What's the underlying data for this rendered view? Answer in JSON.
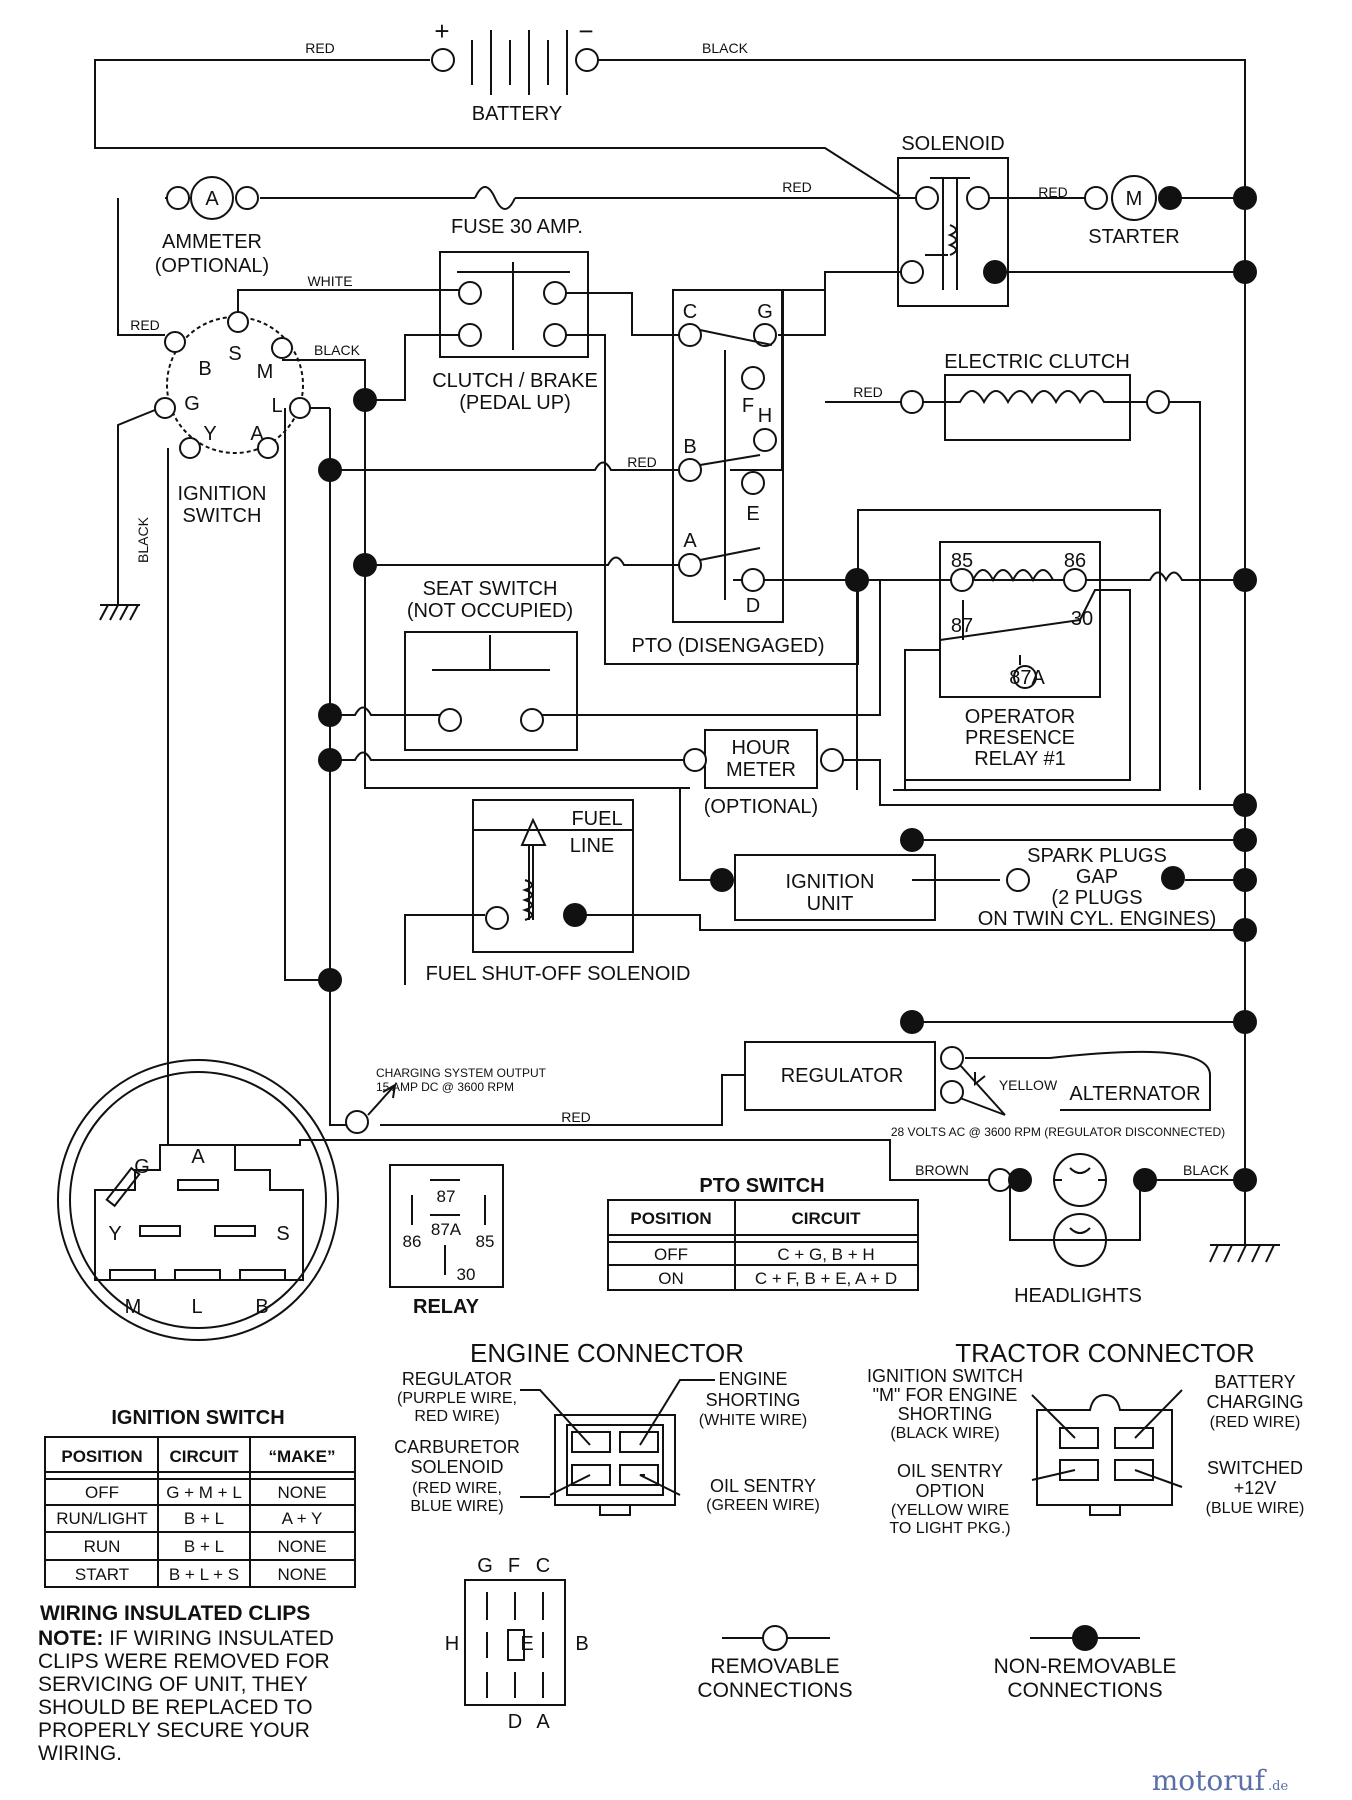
{
  "labels": {
    "battery": "BATTERY",
    "battery_plus": "+",
    "battery_minus": "−",
    "wire_red": "RED",
    "wire_black": "BLACK",
    "wire_white": "WHITE",
    "wire_yellow": "YELLOW",
    "wire_brown": "BROWN",
    "solenoid": "SOLENOID",
    "starter": "STARTER",
    "starter_m": "M",
    "ammeter_a": "A",
    "ammeter_l1": "AMMETER",
    "ammeter_l2": "(OPTIONAL)",
    "fuse": "FUSE 30 AMP.",
    "clutch_brake_l1": "CLUTCH / BRAKE",
    "clutch_brake_l2": "(PEDAL UP)",
    "electric_clutch": "ELECTRIC CLUTCH",
    "ignition_switch_l1": "IGNITION",
    "ignition_switch_l2": "SWITCH",
    "seat_switch_l1": "SEAT SWITCH",
    "seat_switch_l2": "(NOT OCCUPIED)",
    "pto": "PTO (DISENGAGED)",
    "relay_l1": "OPERATOR",
    "relay_l2": "PRESENCE",
    "relay_l3": "RELAY #1",
    "hour_meter_l1": "HOUR",
    "hour_meter_l2": "METER",
    "hour_meter_l3": "(OPTIONAL)",
    "fuel_line_l1": "FUEL",
    "fuel_line_l2": "LINE",
    "fuel_solenoid": "FUEL SHUT-OFF SOLENOID",
    "ignition_unit_l1": "IGNITION",
    "ignition_unit_l2": "UNIT",
    "spark_l1": "SPARK PLUGS",
    "spark_l2": "GAP",
    "spark_l3": "(2 PLUGS",
    "spark_l4": "ON TWIN CYL. ENGINES)",
    "charging_l1": "CHARGING SYSTEM OUTPUT",
    "charging_l2": "15 AMP DC @ 3600 RPM",
    "regulator": "REGULATOR",
    "alternator": "ALTERNATOR",
    "alt_volts": "28 VOLTS AC @ 3600 RPM (REGULATOR DISCONNECTED)",
    "headlights": "HEADLIGHTS",
    "relay_title": "RELAY",
    "ignition_switch_title": "IGNITION SWITCH",
    "pto_switch_title": "PTO SWITCH",
    "engine_connector": "ENGINE CONNECTOR",
    "tractor_connector": "TRACTOR CONNECTOR",
    "removable_l1": "REMOVABLE",
    "removable_l2": "CONNECTIONS",
    "nonremovable_l1": "NON-REMOVABLE",
    "nonremovable_l2": "CONNECTIONS",
    "clips_title": "WIRING INSULATED CLIPS",
    "clips_note_bold": "NOTE:",
    "clips_note_l1": " IF WIRING INSULATED",
    "clips_note_l2": "CLIPS WERE REMOVED FOR",
    "clips_note_l3": "SERVICING OF UNIT, THEY",
    "clips_note_l4": "SHOULD BE REPLACED TO",
    "clips_note_l5": "PROPERLY SECURE YOUR",
    "clips_note_l6": "WIRING.",
    "watermark": "motoruf",
    "watermark_suffix": ".de"
  },
  "ignition_terminals": [
    "B",
    "S",
    "M",
    "G",
    "L",
    "Y",
    "A"
  ],
  "pto_terminals": [
    "C",
    "G",
    "F",
    "H",
    "B",
    "E",
    "A",
    "D"
  ],
  "relay_terminals": [
    "85",
    "86",
    "87",
    "30",
    "87A"
  ],
  "relay_diagram_terminals": [
    "87",
    "86",
    "87A",
    "85",
    "30"
  ],
  "ign_face_terminals": [
    "G",
    "A",
    "Y",
    "S",
    "M",
    "L",
    "B"
  ],
  "pto_face_terminals": [
    "G",
    "F",
    "C",
    "H",
    "E",
    "B",
    "D",
    "A"
  ],
  "pto_table": {
    "headers": [
      "POSITION",
      "CIRCUIT"
    ],
    "rows": [
      [
        "OFF",
        "C + G, B + H"
      ],
      [
        "ON",
        "C + F, B + E, A + D"
      ]
    ]
  },
  "ign_table": {
    "headers": [
      "POSITION",
      "CIRCUIT",
      "“MAKE”"
    ],
    "rows": [
      [
        "OFF",
        "G + M + L",
        "NONE"
      ],
      [
        "RUN/LIGHT",
        "B + L",
        "A + Y"
      ],
      [
        "RUN",
        "B + L",
        "NONE"
      ],
      [
        "START",
        "B + L + S",
        "NONE"
      ]
    ]
  },
  "engine_connector": {
    "regulator": [
      "REGULATOR",
      "(PURPLE WIRE,",
      "RED WIRE)"
    ],
    "carburetor": [
      "CARBURETOR",
      "SOLENOID",
      "(RED WIRE,",
      "BLUE WIRE)"
    ],
    "engine_shorting": [
      "ENGINE",
      "SHORTING",
      "(WHITE WIRE)"
    ],
    "oil_sentry": [
      "OIL SENTRY",
      "(GREEN WIRE)"
    ]
  },
  "tractor_connector": {
    "ign_switch": [
      "IGNITION SWITCH",
      "\"M\" FOR ENGINE",
      "SHORTING",
      "(BLACK WIRE)"
    ],
    "oil_sentry": [
      "OIL SENTRY",
      "OPTION",
      "(YELLOW WIRE",
      "TO LIGHT PKG.)"
    ],
    "battery": [
      "BATTERY",
      "CHARGING",
      "(RED WIRE)"
    ],
    "switched": [
      "SWITCHED",
      "+12V",
      "(BLUE WIRE)"
    ]
  }
}
